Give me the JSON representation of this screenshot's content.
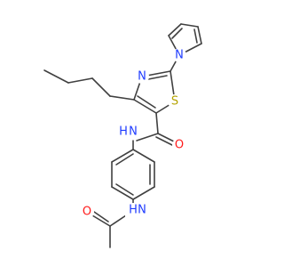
{
  "molecule": {
    "colors": {
      "bond": "#404040",
      "carbon": "#404040",
      "nitrogen": "#1f3cff",
      "oxygen": "#ff1a1a",
      "sulfur": "#b5a300"
    },
    "atoms": [
      {
        "id": "n_pyr",
        "label": "N",
        "element": "nitrogen"
      },
      {
        "id": "n_thz",
        "label": "N",
        "element": "nitrogen"
      },
      {
        "id": "s_thz",
        "label": "S",
        "element": "sulfur"
      },
      {
        "id": "o_amide",
        "label": "O",
        "element": "oxygen"
      },
      {
        "id": "nh_amide",
        "label": "N",
        "element": "nitrogen"
      },
      {
        "id": "h_amide",
        "label": "H",
        "element": "nitrogen"
      },
      {
        "id": "h_acet",
        "label": "H",
        "element": "nitrogen"
      },
      {
        "id": "n_acet",
        "label": "N",
        "element": "nitrogen"
      },
      {
        "id": "o_acet",
        "label": "O",
        "element": "oxygen"
      }
    ]
  }
}
